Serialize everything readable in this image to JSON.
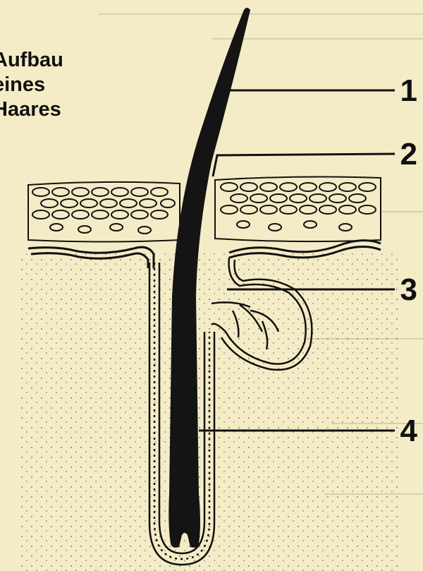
{
  "title": {
    "line1": "Aufbau",
    "line2": "eines",
    "line3": "Haares"
  },
  "callouts": [
    {
      "number": "1"
    },
    {
      "number": "2"
    },
    {
      "number": "3"
    },
    {
      "number": "4"
    }
  ],
  "colors": {
    "paper": "#f4ecc6",
    "ink": "#111111"
  }
}
